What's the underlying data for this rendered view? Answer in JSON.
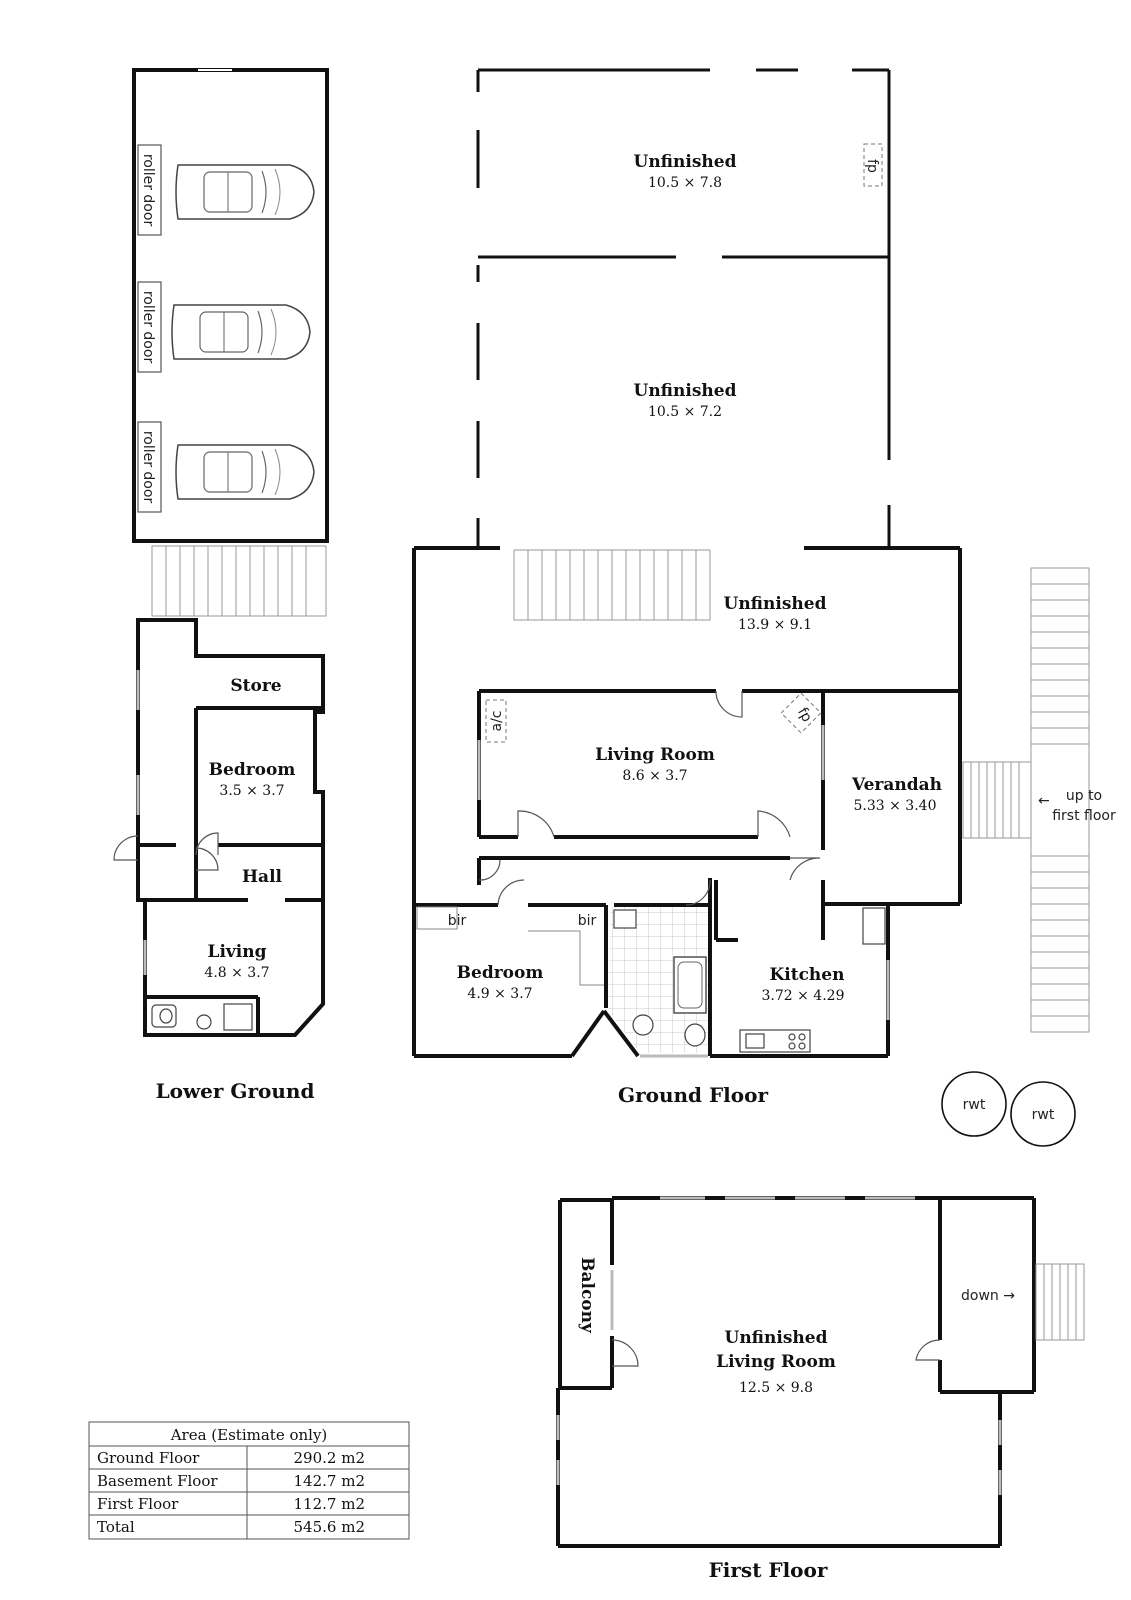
{
  "floors": {
    "lower_ground": "Lower Ground",
    "ground": "Ground Floor",
    "first": "First Floor"
  },
  "lower_ground": {
    "roller_doors": [
      "roller door",
      "roller door",
      "roller door"
    ],
    "store": "Store",
    "bedroom": {
      "name": "Bedroom",
      "size": "3.5 × 3.7"
    },
    "hall": "Hall",
    "living": {
      "name": "Living",
      "size": "4.8 × 3.7"
    }
  },
  "ground_floor": {
    "unfinished_1": {
      "name": "Unfinished",
      "size": "10.5 × 7.8"
    },
    "unfinished_2": {
      "name": "Unfinished",
      "size": "10.5 × 7.2"
    },
    "unfinished_3": {
      "name": "Unfinished",
      "size": "13.9 × 9.1"
    },
    "living_room": {
      "name": "Living Room",
      "size": "8.6 × 3.7"
    },
    "verandah": {
      "name": "Verandah",
      "size": "5.33 × 3.40"
    },
    "bedroom": {
      "name": "Bedroom",
      "size": "4.9 × 3.7"
    },
    "kitchen": {
      "name": "Kitchen",
      "size": "3.72 × 4.29"
    },
    "bir": "bir",
    "fp": "fp",
    "ac": "a/c",
    "up_label": "up to",
    "up_label2": "first floor",
    "rwt": "rwt"
  },
  "first_floor": {
    "balcony": "Balcony",
    "living_line1": "Unfinished",
    "living_line2": "Living Room",
    "living_size": "12.5 × 9.8",
    "down": "down →"
  },
  "area_table": {
    "title": "Area (Estimate only)",
    "rows": [
      {
        "label": "Ground Floor",
        "value": "290.2 m2"
      },
      {
        "label": "Basement Floor",
        "value": "142.7 m2"
      },
      {
        "label": "First Floor",
        "value": "112.7 m2"
      },
      {
        "label": "Total",
        "value": "545.6 m2"
      }
    ]
  },
  "colors": {
    "wall": "#111111",
    "window": "#bbbbbb",
    "stair": "#999999"
  }
}
